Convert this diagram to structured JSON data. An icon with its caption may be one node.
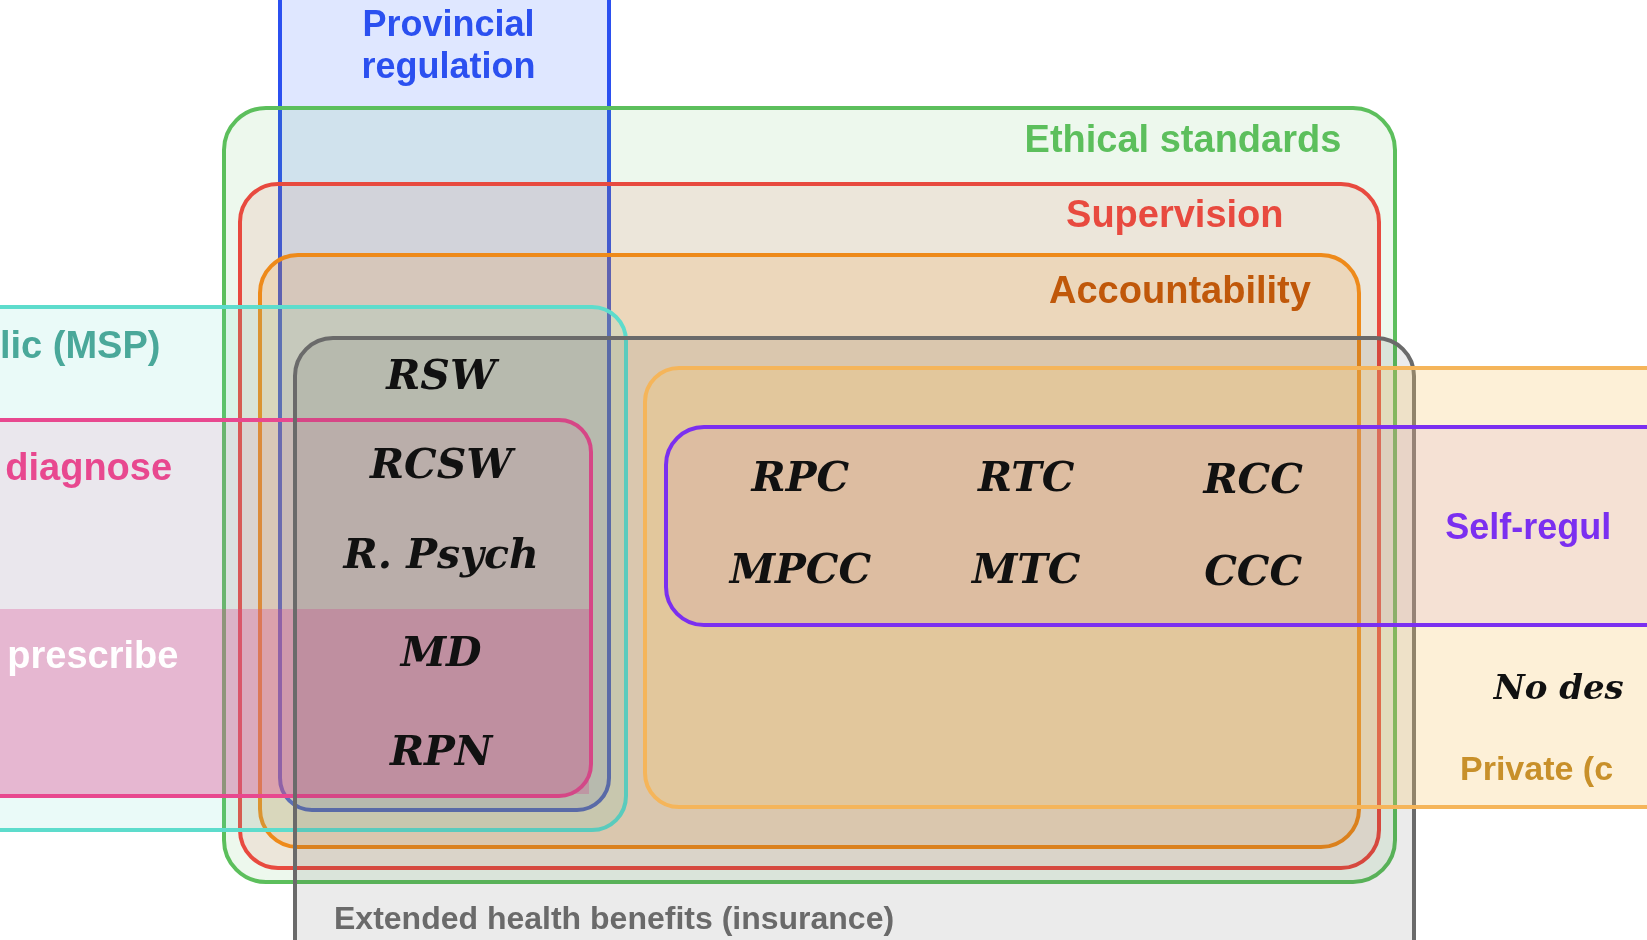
{
  "diagram": {
    "nodes": [
      {
        "text": [
          "Provincial regulation"
        ]
      },
      {
        "text": [
          "Ethical standards"
        ]
      },
      {
        "text": [
          "Supervision"
        ],
        "in": 1
      },
      {
        "text": [
          "Accountability"
        ],
        "in": 2
      },
      {
        "text": [
          "lic (MSP)"
        ]
      },
      {
        "text": [
          "Extended health benefits (insurance)"
        ]
      },
      {
        "text": [
          "diagnose"
        ],
        "in": 4
      },
      {
        "text": [
          "prescribe"
        ],
        "in": 6
      },
      {
        "text": [
          "No des",
          "Private (c"
        ]
      },
      {
        "text": [
          "Self-regul"
        ],
        "in": 8
      }
    ],
    "labels": [
      "RSW",
      "RCSW",
      "R. Psych",
      "RPC",
      "RTC",
      "RCC",
      "MPCC",
      "MTC",
      "CCC",
      "MD",
      "RPN"
    ]
  }
}
